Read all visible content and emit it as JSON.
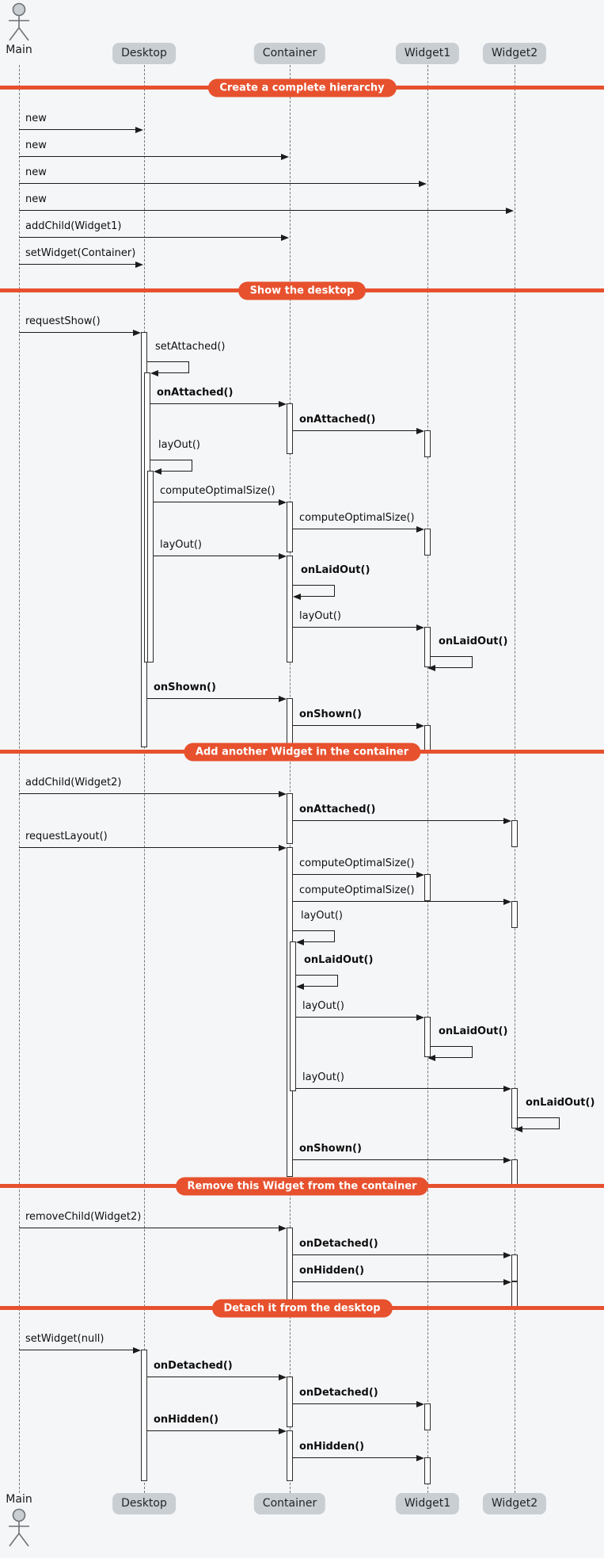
{
  "diagram": {
    "colors": {
      "background": "#f5f6f8",
      "accent": "#e7512e",
      "participant_fill": "#c9ced2",
      "line": "#1b1b1b"
    },
    "participants": [
      {
        "id": "main",
        "label": "Main",
        "kind": "actor"
      },
      {
        "id": "desktop",
        "label": "Desktop",
        "kind": "box"
      },
      {
        "id": "container",
        "label": "Container",
        "kind": "box"
      },
      {
        "id": "widget1",
        "label": "Widget1",
        "kind": "box"
      },
      {
        "id": "widget2",
        "label": "Widget2",
        "kind": "box"
      }
    ],
    "events": [
      {
        "type": "divider",
        "label": "Create a complete hierarchy"
      },
      {
        "type": "message",
        "from": "main",
        "to": "desktop",
        "label": "new"
      },
      {
        "type": "message",
        "from": "main",
        "to": "container",
        "label": "new"
      },
      {
        "type": "message",
        "from": "main",
        "to": "widget1",
        "label": "new"
      },
      {
        "type": "message",
        "from": "main",
        "to": "widget2",
        "label": "new"
      },
      {
        "type": "message",
        "from": "main",
        "to": "container",
        "label": "addChild(Widget1)"
      },
      {
        "type": "message",
        "from": "main",
        "to": "desktop",
        "label": "setWidget(Container)"
      },
      {
        "type": "divider",
        "label": "Show the desktop"
      },
      {
        "type": "message",
        "from": "main",
        "to": "desktop",
        "label": "requestShow()"
      },
      {
        "type": "self",
        "on": "desktop",
        "label": "setAttached()"
      },
      {
        "type": "message",
        "from": "desktop",
        "to": "container",
        "label": "onAttached()",
        "bold": true
      },
      {
        "type": "message",
        "from": "container",
        "to": "widget1",
        "label": "onAttached()",
        "bold": true
      },
      {
        "type": "self",
        "on": "desktop",
        "label": "layOut()"
      },
      {
        "type": "message",
        "from": "desktop",
        "to": "container",
        "label": "computeOptimalSize()"
      },
      {
        "type": "message",
        "from": "container",
        "to": "widget1",
        "label": "computeOptimalSize()"
      },
      {
        "type": "message",
        "from": "desktop",
        "to": "container",
        "label": "layOut()"
      },
      {
        "type": "self",
        "on": "container",
        "label": "onLaidOut()",
        "bold": true
      },
      {
        "type": "message",
        "from": "container",
        "to": "widget1",
        "label": "layOut()"
      },
      {
        "type": "self",
        "on": "widget1",
        "label": "onLaidOut()",
        "bold": true
      },
      {
        "type": "message",
        "from": "desktop",
        "to": "container",
        "label": "onShown()",
        "bold": true
      },
      {
        "type": "message",
        "from": "container",
        "to": "widget1",
        "label": "onShown()",
        "bold": true
      },
      {
        "type": "divider",
        "label": "Add another Widget in the container"
      },
      {
        "type": "message",
        "from": "main",
        "to": "container",
        "label": "addChild(Widget2)"
      },
      {
        "type": "message",
        "from": "container",
        "to": "widget2",
        "label": "onAttached()",
        "bold": true
      },
      {
        "type": "message",
        "from": "main",
        "to": "container",
        "label": "requestLayout()"
      },
      {
        "type": "message",
        "from": "container",
        "to": "widget1",
        "label": "computeOptimalSize()"
      },
      {
        "type": "message",
        "from": "container",
        "to": "widget2",
        "label": "computeOptimalSize()"
      },
      {
        "type": "self",
        "on": "container",
        "label": "layOut()"
      },
      {
        "type": "self",
        "on": "container",
        "label": "onLaidOut()",
        "bold": true
      },
      {
        "type": "message",
        "from": "container",
        "to": "widget1",
        "label": "layOut()"
      },
      {
        "type": "self",
        "on": "widget1",
        "label": "onLaidOut()",
        "bold": true
      },
      {
        "type": "message",
        "from": "container",
        "to": "widget2",
        "label": "layOut()"
      },
      {
        "type": "self",
        "on": "widget2",
        "label": "onLaidOut()",
        "bold": true
      },
      {
        "type": "message",
        "from": "container",
        "to": "widget2",
        "label": "onShown()",
        "bold": true
      },
      {
        "type": "divider",
        "label": "Remove this Widget from the container"
      },
      {
        "type": "message",
        "from": "main",
        "to": "container",
        "label": "removeChild(Widget2)"
      },
      {
        "type": "message",
        "from": "container",
        "to": "widget2",
        "label": "onDetached()",
        "bold": true
      },
      {
        "type": "message",
        "from": "container",
        "to": "widget2",
        "label": "onHidden()",
        "bold": true
      },
      {
        "type": "divider",
        "label": "Detach it from the desktop"
      },
      {
        "type": "message",
        "from": "main",
        "to": "desktop",
        "label": "setWidget(null)"
      },
      {
        "type": "message",
        "from": "desktop",
        "to": "container",
        "label": "onDetached()",
        "bold": true
      },
      {
        "type": "message",
        "from": "container",
        "to": "widget1",
        "label": "onDetached()",
        "bold": true
      },
      {
        "type": "message",
        "from": "desktop",
        "to": "container",
        "label": "onHidden()",
        "bold": true
      },
      {
        "type": "message",
        "from": "container",
        "to": "widget1",
        "label": "onHidden()",
        "bold": true
      }
    ]
  }
}
